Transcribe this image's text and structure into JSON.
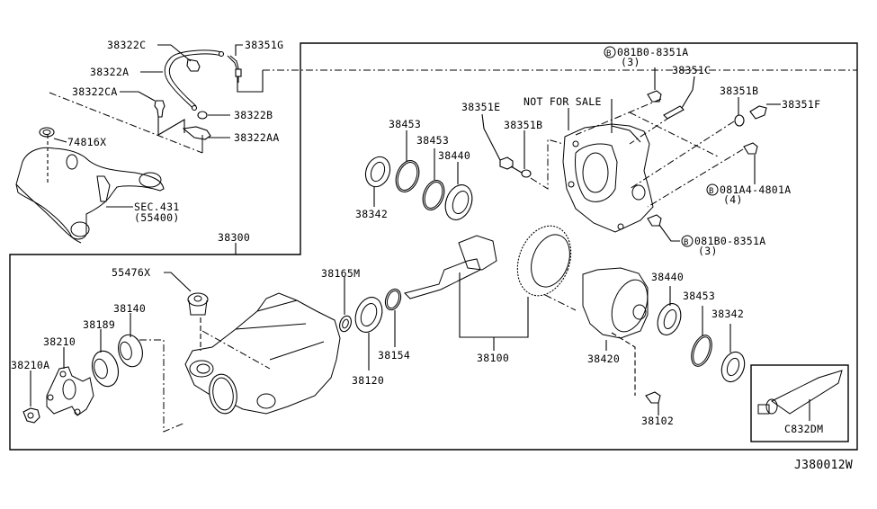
{
  "diagram": {
    "id_code": "J380012W",
    "note": "NOT FOR SALE",
    "labels": {
      "p38322C": "38322C",
      "p38351G": "38351G",
      "p38322A": "38322A",
      "p38322CA": "38322CA",
      "p38322B": "38322B",
      "p38322AA": "38322AA",
      "p74816X": "74816X",
      "sec431": "SEC.431",
      "sec431_sub": "(55400)",
      "p38300": "38300",
      "p38453a": "38453",
      "p38453b": "38453",
      "p38440a": "38440",
      "p38342a": "38342",
      "p38351E": "38351E",
      "p38351B_left": "38351B",
      "bolt_top": "081B0-8351A",
      "bolt_top_qty": "(3)",
      "p38351C": "38351C",
      "p38351B_right": "38351B",
      "p38351F": "38351F",
      "bolt_mid": "081A4-4801A",
      "bolt_mid_qty": "(4)",
      "bolt_low": "081B0-8351A",
      "bolt_low_qty": "(3)",
      "bolt_symbol": "B",
      "p55476X": "55476X",
      "p38165M": "38165M",
      "p38140": "38140",
      "p38189": "38189",
      "p38210": "38210",
      "p38210A": "38210A",
      "p38120": "38120",
      "p38154": "38154",
      "p38100": "38100",
      "p38440b": "38440",
      "p38453c": "38453",
      "p38342b": "38342",
      "p38420": "38420",
      "p38102": "38102",
      "pC832DM": "C832DM"
    }
  }
}
